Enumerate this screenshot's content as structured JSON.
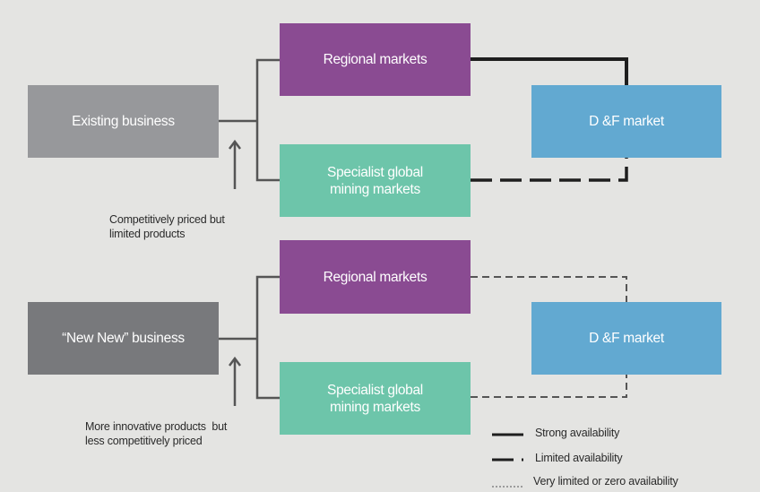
{
  "colors": {
    "background": "#e4e4e2",
    "existing_business": "#97989b",
    "new_new_business": "#78797c",
    "regional_markets": "#8a4b92",
    "specialist_markets": "#6dc5aa",
    "df_market": "#62a9d1",
    "connector": "#555555",
    "strong_line": "#1e1e1e"
  },
  "scenario_existing": {
    "business_label": "Existing business",
    "regional_label": "Regional markets",
    "specialist_label_line1": "Specialist global",
    "specialist_label_line2": "mining markets",
    "df_label": "D &F market",
    "note_line1": "Competitively priced but",
    "note_line2": "limited products",
    "regional_to_df": "strong",
    "specialist_to_df": "limited"
  },
  "scenario_new": {
    "business_label": "“New New” business",
    "regional_label": "Regional markets",
    "specialist_label_line1": "Specialist global",
    "specialist_label_line2": "mining markets",
    "df_label": "D &F market",
    "note_line1": "More innovative products  but",
    "note_line2": "less competitively priced",
    "regional_to_df": "very_limited",
    "specialist_to_df": "very_limited"
  },
  "legend": [
    {
      "style": "strong",
      "label": "Strong availability"
    },
    {
      "style": "limited",
      "label": "Limited availability"
    },
    {
      "style": "very_limited",
      "label": "Very limited or zero availability"
    }
  ]
}
